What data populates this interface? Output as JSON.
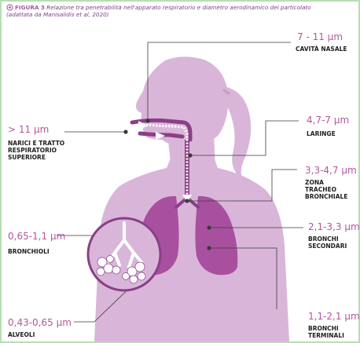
{
  "caption": {
    "figure_label": "FIGURA 3",
    "text": " Relazione tra penetrabilità nell'apparato respiratorio e diametro aerodinamico del particolato (adattata da Manisalidis et al, 2020)"
  },
  "annotations": [
    {
      "id": "nasal",
      "value": "7 - 11 µm",
      "label": "CAVITÀ NASALE"
    },
    {
      "id": "upper",
      "value": "> 11 µm",
      "label": "NARICI E TRATTO RESPIRATORIO SUPERIORE"
    },
    {
      "id": "larynx",
      "value": "4,7-7 µm",
      "label": "LARINGE"
    },
    {
      "id": "trachea",
      "value": "3,3-4,7 µm",
      "label": "ZONA TRACHEO BRONCHIALE"
    },
    {
      "id": "bronchi2",
      "value": "2,1-3,3 µm",
      "label": "BRONCHI SECONDARI"
    },
    {
      "id": "bronchioles",
      "value": "0,65-1,1 µm",
      "label": "BRONCHIOLI"
    },
    {
      "id": "alveoli",
      "value": "0,43-0,65 µm",
      "label": "ALVEOLI"
    },
    {
      "id": "terminal",
      "value": "1,1-2,1 µm",
      "label": "BRONCHI TERMINALI"
    }
  ],
  "colors": {
    "silhouette": "#d9b6d9",
    "silhouette_dark": "#c79ac8",
    "lung": "#a8509f",
    "airway": "#8a3f86",
    "accent_text": "#b4559f",
    "border": "#b7dfb3"
  }
}
